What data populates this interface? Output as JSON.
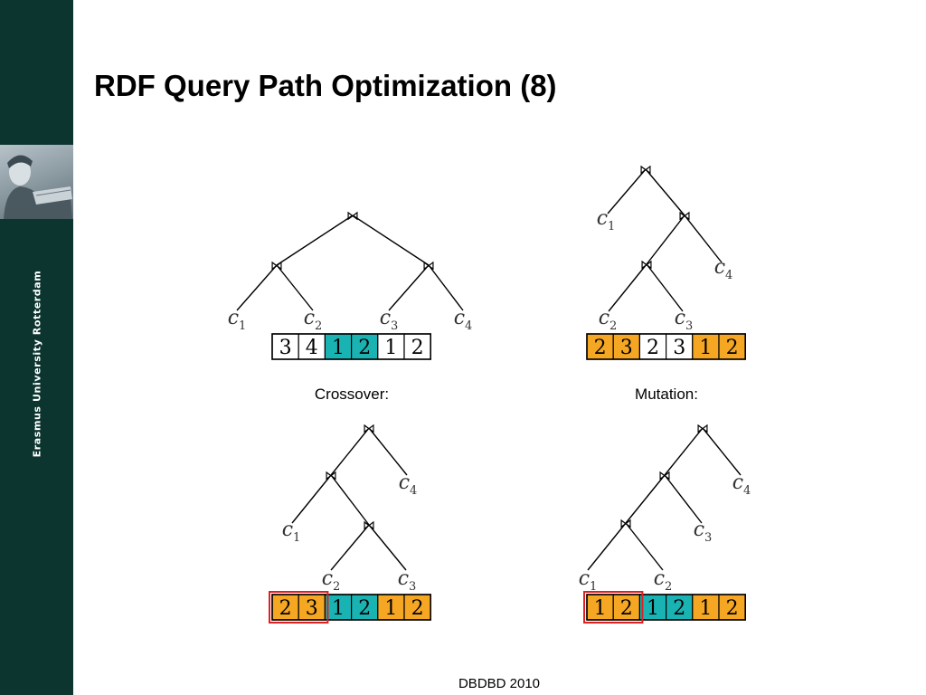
{
  "slide": {
    "title": "RDF Query Path Optimization (8)",
    "footer": "DBDBD 2010",
    "sidebar_text": "Erasmus University Rotterdam"
  },
  "colors": {
    "sidebar": "#0c3530",
    "orange": "#f5a623",
    "teal": "#1ab3b3",
    "highlight": "#e02020"
  },
  "diagram": {
    "join_symbol": "⋈",
    "labels": {
      "crossover": "Crossover:",
      "mutation": "Mutation:"
    },
    "panels": [
      {
        "id": "top-left",
        "leaves": [
          {
            "base": "c",
            "sub": "1"
          },
          {
            "base": "c",
            "sub": "2"
          },
          {
            "base": "c",
            "sub": "3"
          },
          {
            "base": "c",
            "sub": "4"
          }
        ],
        "genes": [
          {
            "v": "3",
            "color": "white"
          },
          {
            "v": "4",
            "color": "white"
          },
          {
            "v": "1",
            "color": "teal"
          },
          {
            "v": "2",
            "color": "teal"
          },
          {
            "v": "1",
            "color": "white"
          },
          {
            "v": "2",
            "color": "white"
          }
        ]
      },
      {
        "id": "top-right",
        "leaves": [
          {
            "base": "c",
            "sub": "1"
          },
          {
            "base": "c",
            "sub": "4"
          },
          {
            "base": "c",
            "sub": "2"
          },
          {
            "base": "c",
            "sub": "3"
          }
        ],
        "genes": [
          {
            "v": "2",
            "color": "orange"
          },
          {
            "v": "3",
            "color": "orange"
          },
          {
            "v": "2",
            "color": "white"
          },
          {
            "v": "3",
            "color": "white"
          },
          {
            "v": "1",
            "color": "orange"
          },
          {
            "v": "2",
            "color": "orange"
          }
        ]
      },
      {
        "id": "bottom-left",
        "leaves": [
          {
            "base": "c",
            "sub": "4"
          },
          {
            "base": "c",
            "sub": "1"
          },
          {
            "base": "c",
            "sub": "2"
          },
          {
            "base": "c",
            "sub": "3"
          }
        ],
        "genes": [
          {
            "v": "2",
            "color": "orange"
          },
          {
            "v": "3",
            "color": "orange"
          },
          {
            "v": "1",
            "color": "teal"
          },
          {
            "v": "2",
            "color": "teal"
          },
          {
            "v": "1",
            "color": "orange"
          },
          {
            "v": "2",
            "color": "orange"
          }
        ],
        "highlight_genes": [
          0,
          1
        ]
      },
      {
        "id": "bottom-right",
        "leaves": [
          {
            "base": "c",
            "sub": "4"
          },
          {
            "base": "c",
            "sub": "3"
          },
          {
            "base": "c",
            "sub": "1"
          },
          {
            "base": "c",
            "sub": "2"
          }
        ],
        "genes": [
          {
            "v": "1",
            "color": "orange"
          },
          {
            "v": "2",
            "color": "orange"
          },
          {
            "v": "1",
            "color": "teal"
          },
          {
            "v": "2",
            "color": "teal"
          },
          {
            "v": "1",
            "color": "orange"
          },
          {
            "v": "2",
            "color": "orange"
          }
        ],
        "highlight_genes": [
          0,
          1
        ]
      }
    ]
  }
}
